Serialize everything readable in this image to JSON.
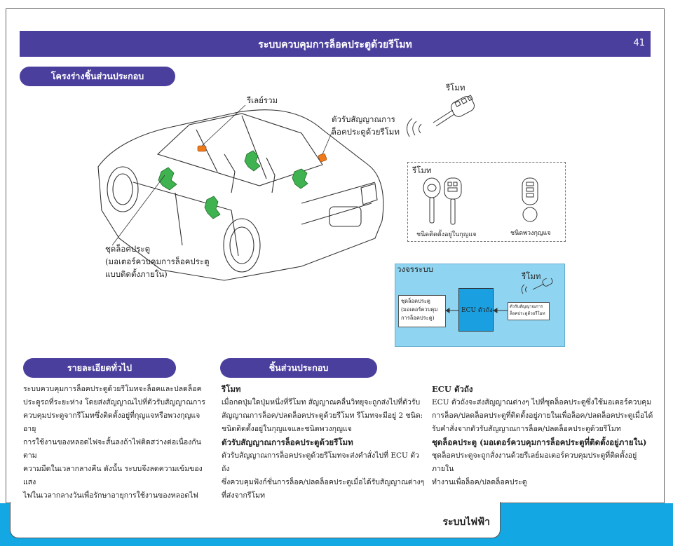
{
  "header": {
    "title": "ระบบควบคุมการล็อคประตูด้วยรีโมท",
    "page_number": "41"
  },
  "sections": {
    "components_layout": "โครงร่างชิ้นส่วนประกอบ",
    "general": "รายละเอียดทั่วไป",
    "components": "ชิ้นส่วนประกอบ"
  },
  "diagram": {
    "integration_relay": "รีเลย์รวม",
    "receiver_line1": "ตัวรับสัญญาณการ",
    "receiver_line2": "ล็อคประตูด้วยรีโมท",
    "remote_top": "รีโมท",
    "door_lock_line1": "ชุดล็อคประตู",
    "door_lock_line2": "(มอเตอร์ควบคุมการล็อคประตู",
    "door_lock_line3": "แบบติดตั้งภายใน)"
  },
  "remote_box": {
    "title": "รีโมท",
    "key_type": "ชนิดติดตั้งอยู่ในกุญแจ",
    "fob_type": "ชนิดพวงกุญแจ"
  },
  "system_box": {
    "title": "วงจรระบบ",
    "remote": "รีโมท",
    "ecu": "ECU ตัวถัง",
    "lock_line1": "ชุดล็อคประตู",
    "lock_line2": "(มอเตอร์ควบคุม",
    "lock_line3": "การล็อคประตู)",
    "recv_line1": "ตัวรับสัญญาณการ",
    "recv_line2": "ล็อคประตูด้วยรีโมท"
  },
  "general_text": [
    "ระบบควบคุมการล็อคประตูด้วยรีโมทจะล็อคและปลดล็อค",
    "ประตูรถที่ระยะห่าง โดยส่งสัญญาณไปที่ตัวรับสัญญาณการ",
    "ควบคุมประตูจากรีโมทซึ่งติดตั้งอยู่ที่กุญแจหรือพวงกุญแจ อายุ",
    "การใช้งานของหลอดไฟจะสั้นลงถ้าไฟติดสว่างต่อเนื่องกันตาม",
    "ความมืดในเวลากลางคืน ดังนั้น ระบบจึงลดความเข้มของแสง",
    "ไฟในเวลากลางวันเพื่อรักษาอายุการใช้งานของหลอดไฟ"
  ],
  "components_mid": {
    "remote_heading": "รีโมท",
    "remote_text": [
      "เมื่อกดปุ่มใดปุ่มหนึ่งที่รีโมท สัญญาณคลื่นวิทยุจะถูกส่งไปที่ตัวรับ",
      "สัญญาณการล็อค/ปลดล็อคประตูด้วยรีโมท รีโมทจะมีอยู่ 2 ชนิด:",
      "ชนิดติดตั้งอยู่ในกุญแจและชนิดพวงกุญแจ"
    ],
    "receiver_heading": "ตัวรับสัญญาณการล็อคประตูด้วยรีโมท",
    "receiver_text": [
      "ตัวรับสัญญาณการล็อคประตูด้วยรีโมทจะส่งคำสั่งไปที่ ECU ตัวถัง",
      "ซึ่งควบคุมฟังก์ชั่นการล็อค/ปลดล็อคประตูเมื่อได้รับสัญญาณต่างๆ",
      "ที่ส่งจากรีโมท"
    ]
  },
  "components_right": {
    "ecu_heading": "ECU ตัวถัง",
    "ecu_text": [
      "ECU ตัวถังจะส่งสัญญาณต่างๆ ไปที่ชุดล็อคประตูซึ่งใช้มอเตอร์ควบคุม",
      "การล็อค/ปลดล็อคประตูที่ติดตั้งอยู่ภายในเพื่อล็อค/ปลดล็อคประตูเมื่อได้",
      "รับคำสั่งจากตัวรับสัญญาณการล็อค/ปลดล็อคประตูด้วยรีโมท"
    ],
    "lock_heading": "ชุดล็อคประตู (มอเตอร์ควบคุมการล็อคประตูที่ติดตั้งอยู่ภายใน)",
    "lock_text": [
      "ชุดล็อคประตูจะถูกสั่งงานด้วยรีเลย์มอเตอร์ควบคุมประตูที่ติดตั้งอยู่ภายใน",
      "ทำงานเพื่อล็อค/ปลดล็อคประตู"
    ]
  },
  "footer": {
    "label": "ระบบไฟฟ้า"
  },
  "colors": {
    "header": "#4b3f9e",
    "footer": "#13a7e4",
    "system_box": "#8fd4f0",
    "ecu": "#1a9fe0",
    "actuator": "#3fb34f",
    "receiver": "#f07a1a"
  }
}
